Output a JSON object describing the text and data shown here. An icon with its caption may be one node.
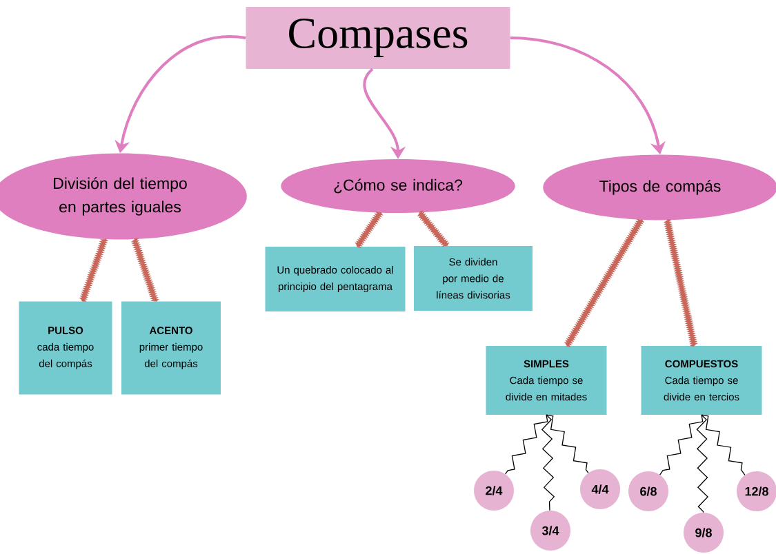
{
  "diagram": {
    "nodes": [
      {
        "text": [
          "Compases"
        ]
      },
      {
        "text": [
          "División del tiempo en partes iguales"
        ]
      },
      {
        "text": [
          "¿Cómo se indica?"
        ]
      },
      {
        "text": [
          "Tipos de compás"
        ]
      },
      {
        "text": [
          "PULSO",
          "cada tiempo del compás"
        ]
      },
      {
        "text": [
          "ACENTO",
          "primer tiempo del compás"
        ]
      },
      {
        "text": [
          "Un quebrado colocado al principio del pentagrama"
        ]
      },
      {
        "text": [
          "Se dividen por medio de líneas divisorias"
        ]
      },
      {
        "text": [
          "SIMPLES",
          "Cada tiempo se divide en mitades"
        ]
      },
      {
        "text": [
          "COMPUESTOS",
          "Cada tiempo se divide en tercios"
        ]
      },
      {
        "text": [
          "2/4"
        ]
      },
      {
        "text": [
          "3/4"
        ]
      },
      {
        "text": [
          "4/4"
        ]
      },
      {
        "text": [
          "6/8"
        ]
      },
      {
        "text": [
          "9/8"
        ]
      },
      {
        "text": [
          "12/8"
        ]
      }
    ],
    "edges": [
      {
        "from": 0,
        "to": 1,
        "arrow": "to",
        "color": "#e07fc0"
      },
      {
        "from": 0,
        "to": 2,
        "arrow": "to",
        "color": "#e07fc0"
      },
      {
        "from": 0,
        "to": 3,
        "arrow": "to",
        "color": "#e07fc0"
      },
      {
        "from": 1,
        "to": 4,
        "arrow": "none",
        "color": "#c8665a"
      },
      {
        "from": 1,
        "to": 5,
        "arrow": "none",
        "color": "#c8665a"
      },
      {
        "from": 2,
        "to": 6,
        "arrow": "none",
        "color": "#c8665a"
      },
      {
        "from": 2,
        "to": 7,
        "arrow": "none",
        "color": "#c8665a"
      },
      {
        "from": 3,
        "to": 8,
        "arrow": "none",
        "color": "#c8665a"
      },
      {
        "from": 3,
        "to": 9,
        "arrow": "none",
        "color": "#c8665a"
      },
      {
        "from": 8,
        "to": 10,
        "arrow": "none",
        "color": "#000000"
      },
      {
        "from": 8,
        "to": 11,
        "arrow": "none",
        "color": "#000000"
      },
      {
        "from": 8,
        "to": 12,
        "arrow": "none",
        "color": "#000000"
      },
      {
        "from": 9,
        "to": 13,
        "arrow": "none",
        "color": "#000000"
      },
      {
        "from": 9,
        "to": 14,
        "arrow": "none",
        "color": "#000000"
      },
      {
        "from": 9,
        "to": 15,
        "arrow": "none",
        "color": "#000000"
      }
    ]
  }
}
